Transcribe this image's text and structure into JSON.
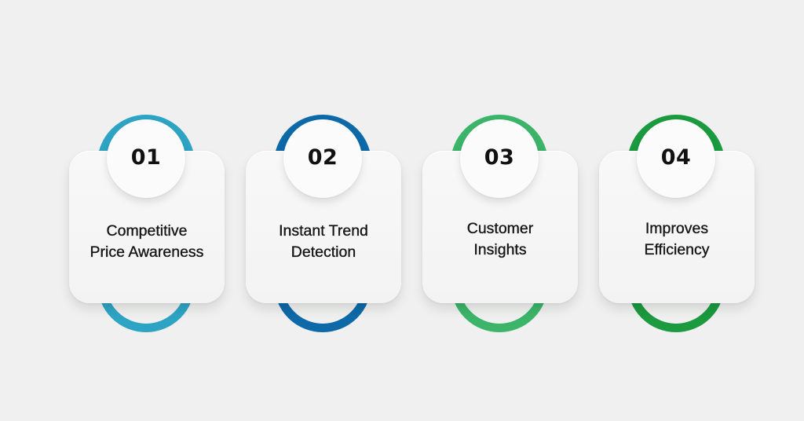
{
  "steps": [
    {
      "number": "01",
      "line1": "Competitive",
      "line2": "Price Awareness",
      "color": "#2ea4c4"
    },
    {
      "number": "02",
      "line1": "Instant Trend",
      "line2": "Detection",
      "color": "#0d69a8"
    },
    {
      "number": "03",
      "line1": "Customer",
      "line2": "Insights",
      "color": "#3cb56a"
    },
    {
      "number": "04",
      "line1": "Improves",
      "line2": "Efficiency",
      "color": "#1b9a3f"
    }
  ],
  "background": "#eff0ef"
}
